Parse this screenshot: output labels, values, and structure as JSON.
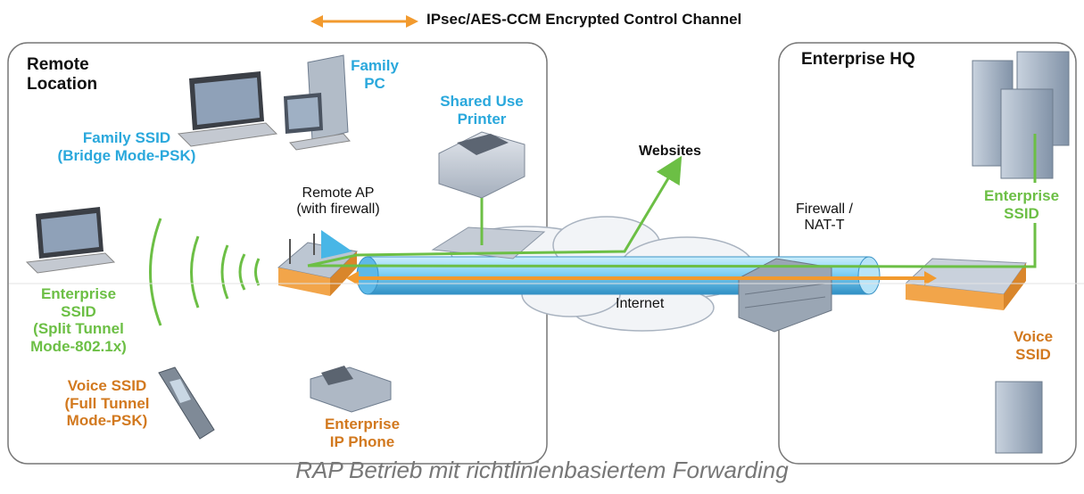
{
  "legend": {
    "label": "IPsec/AES-CCM Encrypted Control Channel"
  },
  "remote_location": {
    "title_line1": "Remote",
    "title_line2": "Location",
    "family_pc_line1": "Family",
    "family_pc_line2": "PC",
    "shared_printer_line1": "Shared Use",
    "shared_printer_line2": "Printer",
    "family_ssid_line1": "Family SSID",
    "family_ssid_line2": "(Bridge Mode-PSK)",
    "remote_ap_line1": "Remote AP",
    "remote_ap_line2": "(with firewall)",
    "enterprise_ssid_lines": [
      "Enterprise",
      "SSID",
      "(Split Tunnel",
      "Mode-802.1x)"
    ],
    "voice_ssid_lines": [
      "Voice SSID",
      "(Full Tunnel",
      "Mode-PSK)"
    ],
    "ip_phone_line1": "Enterprise",
    "ip_phone_line2": "IP Phone"
  },
  "internet": {
    "websites": "Websites",
    "internet": "Internet",
    "firewall_line1": "Firewall /",
    "firewall_line2": "NAT-T"
  },
  "hq": {
    "title": "Enterprise HQ",
    "enterprise_ssid_line1": "Enterprise",
    "enterprise_ssid_line2": "SSID",
    "voice_ssid_line1": "Voice",
    "voice_ssid_line2": "SSID"
  },
  "caption": "RAP Betrieb mit richtlinienbasiertem Forwarding",
  "colors": {
    "blue_label": "#2aa8dc",
    "green_label": "#6cbf45",
    "orange_label": "#d2791f",
    "green_link": "#6cbf45",
    "orange_arrow": "#f29a2e",
    "tunnel": "#6cc4ee"
  }
}
